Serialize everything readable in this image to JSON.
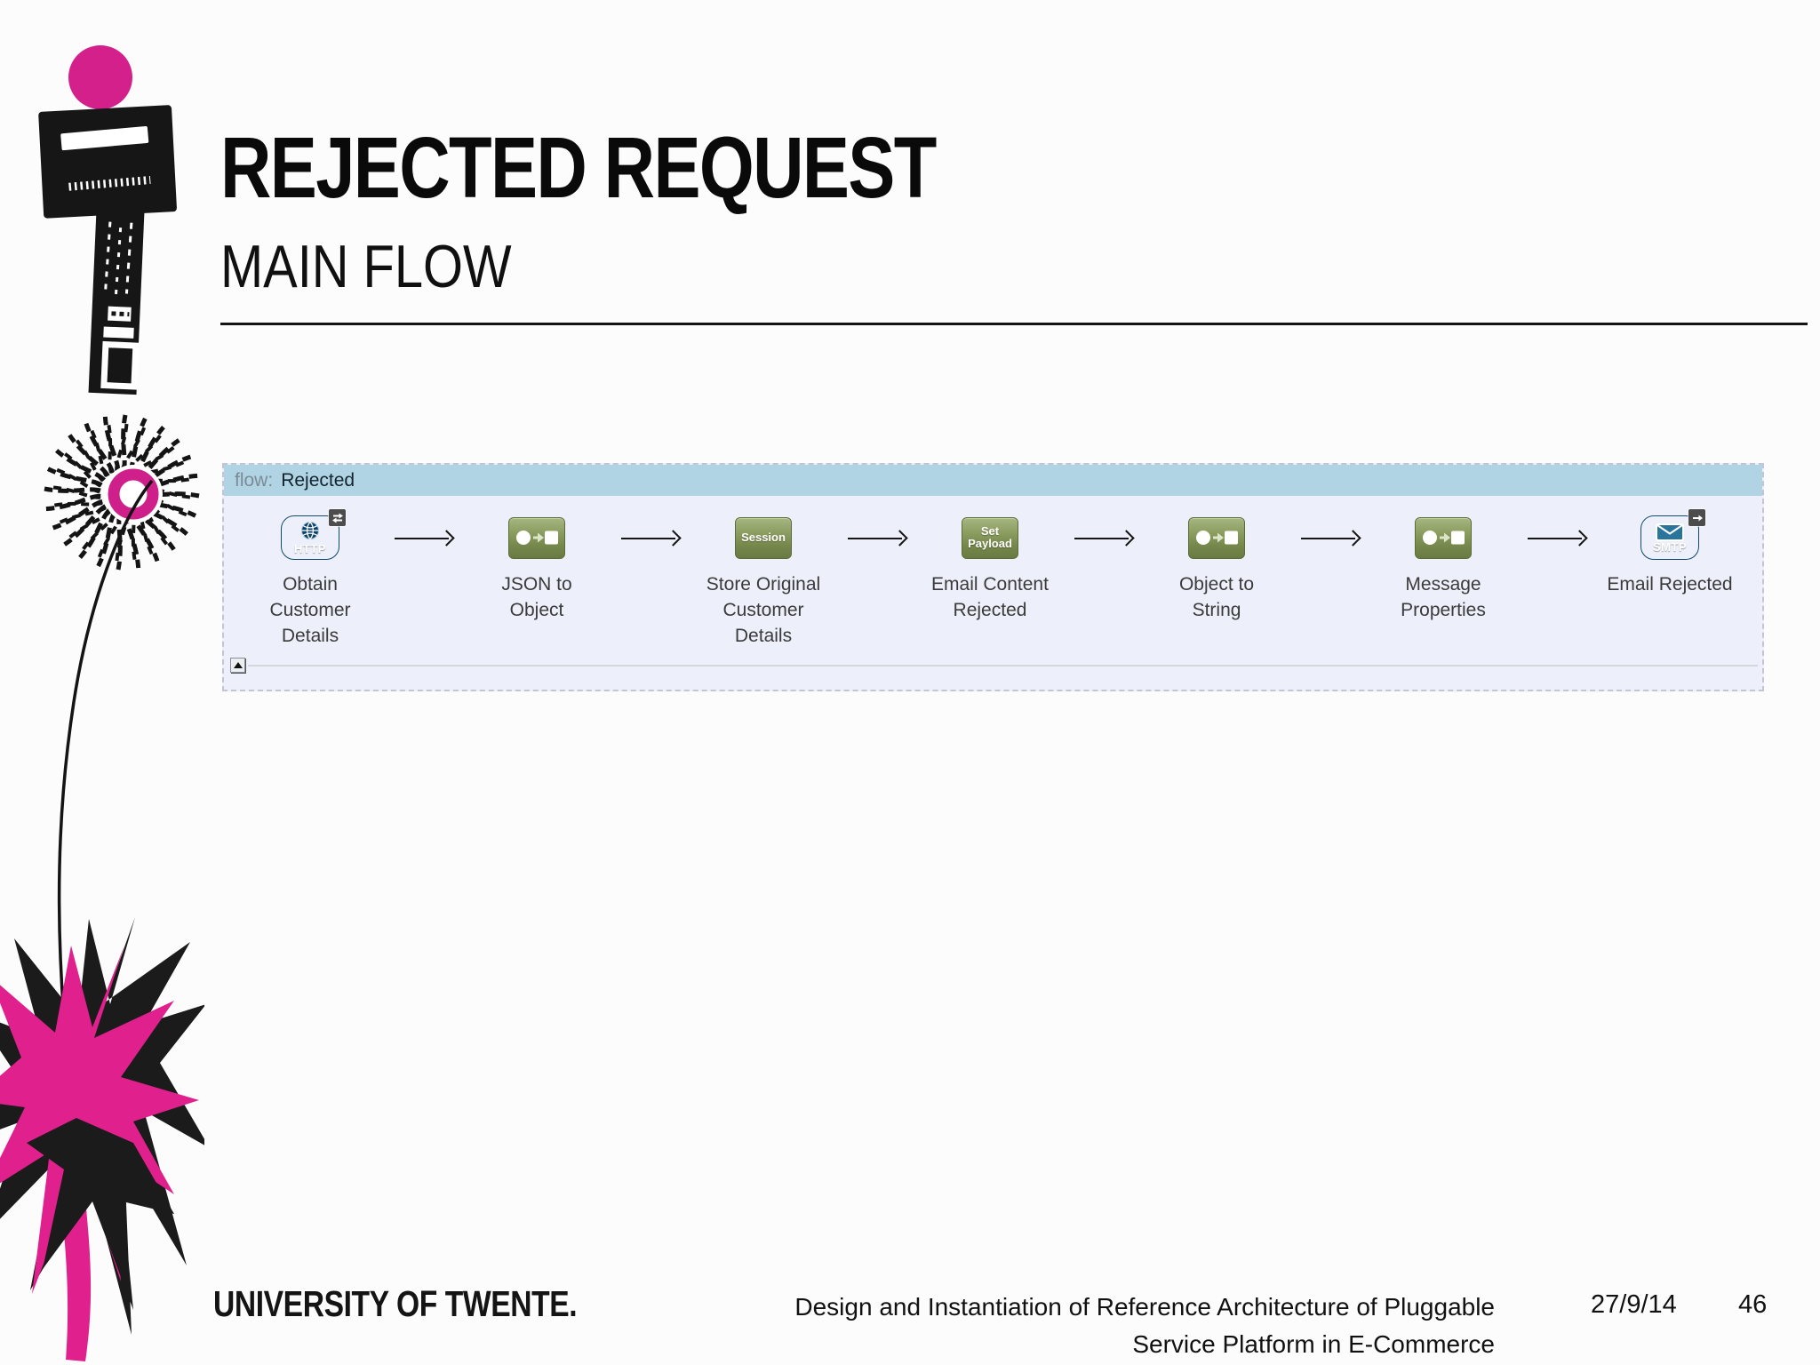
{
  "slide": {
    "title": "REJECTED REQUEST",
    "subtitle": "MAIN FLOW",
    "footer": {
      "organization": "UNIVERSITY OF TWENTE.",
      "reference_line1": "Design and Instantiation of Reference Architecture of Pluggable",
      "reference_line2": "Service Platform in E-Commerce",
      "date": "27/9/14",
      "page_number": "46"
    }
  },
  "flow_panel": {
    "header_prefix": "flow:",
    "header_title": "Rejected",
    "nodes": [
      {
        "icon": "http-endpoint-icon",
        "icon_label": "HTTP",
        "badge": "two-way-exchange-icon",
        "label_lines": [
          "Obtain",
          "Customer",
          "Details"
        ]
      },
      {
        "icon": "transformer-icon",
        "label_lines": [
          "JSON to",
          "Object"
        ]
      },
      {
        "icon": "session-store-icon",
        "icon_label": "Session",
        "label_lines": [
          "Store Original",
          "Customer",
          "Details"
        ]
      },
      {
        "icon": "set-payload-icon",
        "icon_label_line1": "Set",
        "icon_label_line2": "Payload",
        "label_lines": [
          "Email Content",
          "Rejected"
        ]
      },
      {
        "icon": "transformer-icon",
        "label_lines": [
          "Object to",
          "String"
        ]
      },
      {
        "icon": "transformer-icon",
        "label_lines": [
          "Message",
          "Properties"
        ]
      },
      {
        "icon": "smtp-endpoint-icon",
        "icon_label": "SMTP",
        "badge": "outbound-arrow-icon",
        "label_lines": [
          "Email Rejected"
        ]
      }
    ],
    "colors": {
      "accent_magenta": "#d3208b",
      "node_green": "#7d8f50",
      "endpoint_blue": "#1b628a",
      "header_band_blue": "#b1d4e4",
      "panel_background": "#edeffa"
    }
  }
}
